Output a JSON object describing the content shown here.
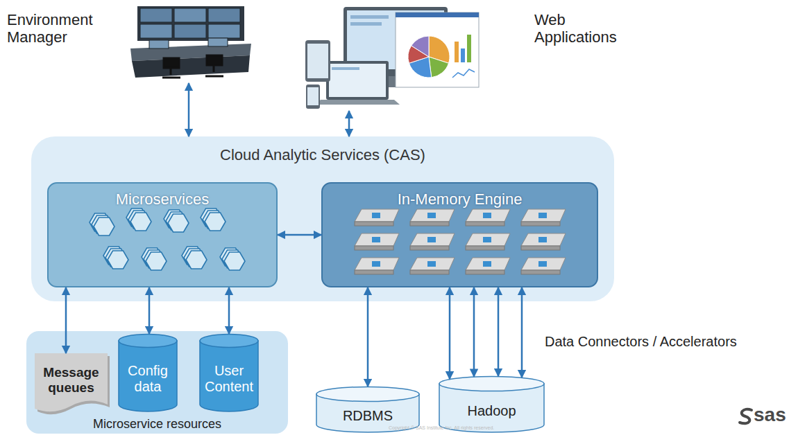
{
  "diagram": {
    "nodes": [
      {
        "text": [
          "Environment Manager"
        ]
      },
      {
        "text": [
          "Web Applications"
        ]
      },
      {
        "text": [
          "Cloud Analytic Services (CAS)"
        ]
      },
      {
        "text": [
          "Microservices"
        ],
        "in": 2
      },
      {
        "text": [
          "In-Memory Engine"
        ],
        "in": 2
      },
      {
        "text": [
          "Microservice resources"
        ]
      },
      {
        "text": [
          "Message queues"
        ],
        "in": 5
      },
      {
        "text": [
          "Config data"
        ],
        "in": 5
      },
      {
        "text": [
          "User Content"
        ],
        "in": 5
      },
      {
        "text": [
          "RDBMS"
        ]
      },
      {
        "text": [
          "Hadoop"
        ]
      }
    ],
    "edges": [
      {
        "from": 0,
        "to": 2,
        "arrow": "both"
      },
      {
        "from": 1,
        "to": 2,
        "arrow": "both"
      },
      {
        "from": 3,
        "to": 4,
        "arrow": "both"
      },
      {
        "from": 3,
        "to": 6,
        "arrow": "both"
      },
      {
        "from": 3,
        "to": 7,
        "arrow": "both"
      },
      {
        "from": 3,
        "to": 8,
        "arrow": "both"
      },
      {
        "from": 4,
        "to": 9,
        "arrow": "both"
      },
      {
        "from": 4,
        "to": 10,
        "arrow": "both"
      },
      {
        "from": 4,
        "to": 10,
        "arrow": "both"
      },
      {
        "from": 4,
        "to": 10,
        "arrow": "both"
      },
      {
        "from": 4,
        "to": 10,
        "arrow": "both"
      }
    ],
    "labels": [
      "Data Connectors / Accelerators",
      "Copyright © SAS Institute Inc. All rights reserved.",
      "sas"
    ]
  }
}
